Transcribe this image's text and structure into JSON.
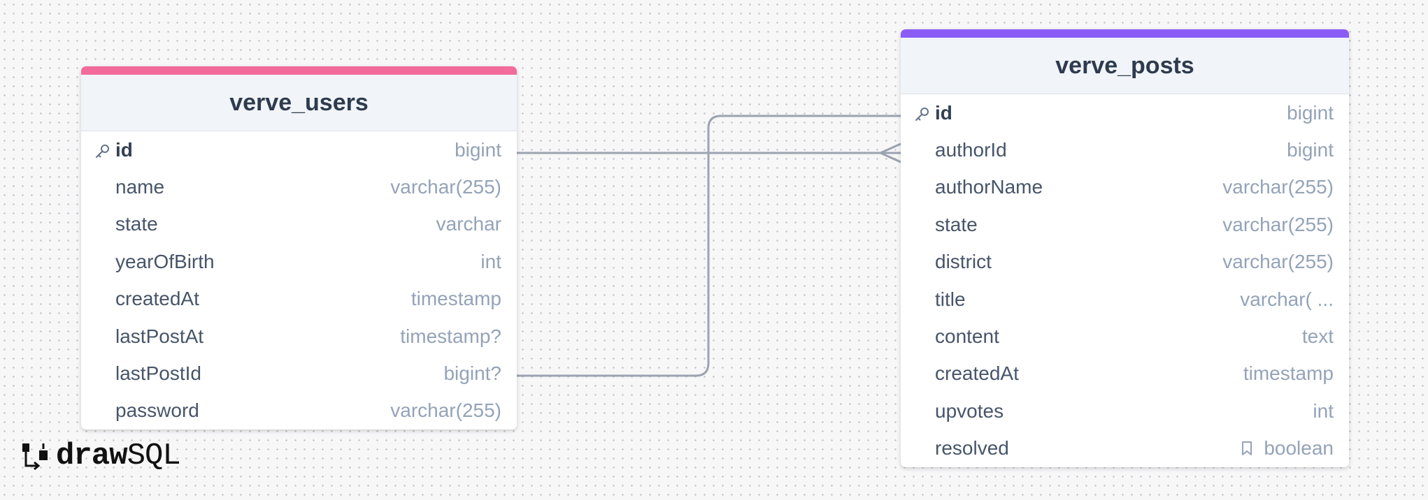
{
  "tables": {
    "users": {
      "name": "verve_users",
      "accent_color": "#f26b9a",
      "columns": [
        {
          "name": "id",
          "type": "bigint",
          "primary_key": true
        },
        {
          "name": "name",
          "type": "varchar(255)"
        },
        {
          "name": "state",
          "type": "varchar"
        },
        {
          "name": "yearOfBirth",
          "type": "int"
        },
        {
          "name": "createdAt",
          "type": "timestamp"
        },
        {
          "name": "lastPostAt",
          "type": "timestamp?"
        },
        {
          "name": "lastPostId",
          "type": "bigint?"
        },
        {
          "name": "password",
          "type": "varchar(255)"
        }
      ]
    },
    "posts": {
      "name": "verve_posts",
      "accent_color": "#8b5cf6",
      "columns": [
        {
          "name": "id",
          "type": "bigint",
          "primary_key": true
        },
        {
          "name": "authorId",
          "type": "bigint"
        },
        {
          "name": "authorName",
          "type": "varchar(255)"
        },
        {
          "name": "state",
          "type": "varchar(255)"
        },
        {
          "name": "district",
          "type": "varchar(255)"
        },
        {
          "name": "title",
          "type": "varchar( ..."
        },
        {
          "name": "content",
          "type": "text"
        },
        {
          "name": "createdAt",
          "type": "timestamp"
        },
        {
          "name": "upvotes",
          "type": "int"
        },
        {
          "name": "resolved",
          "type": "boolean",
          "note_icon": "bookmark-icon"
        }
      ]
    }
  },
  "relationships": [
    {
      "from": "verve_users.id",
      "to": "verve_posts.authorId",
      "type": "one-to-many"
    },
    {
      "from": "verve_users.lastPostId",
      "to": "verve_posts.id",
      "type": "one-to-one"
    }
  ],
  "brand": {
    "bold": "draw",
    "light": "SQL"
  }
}
